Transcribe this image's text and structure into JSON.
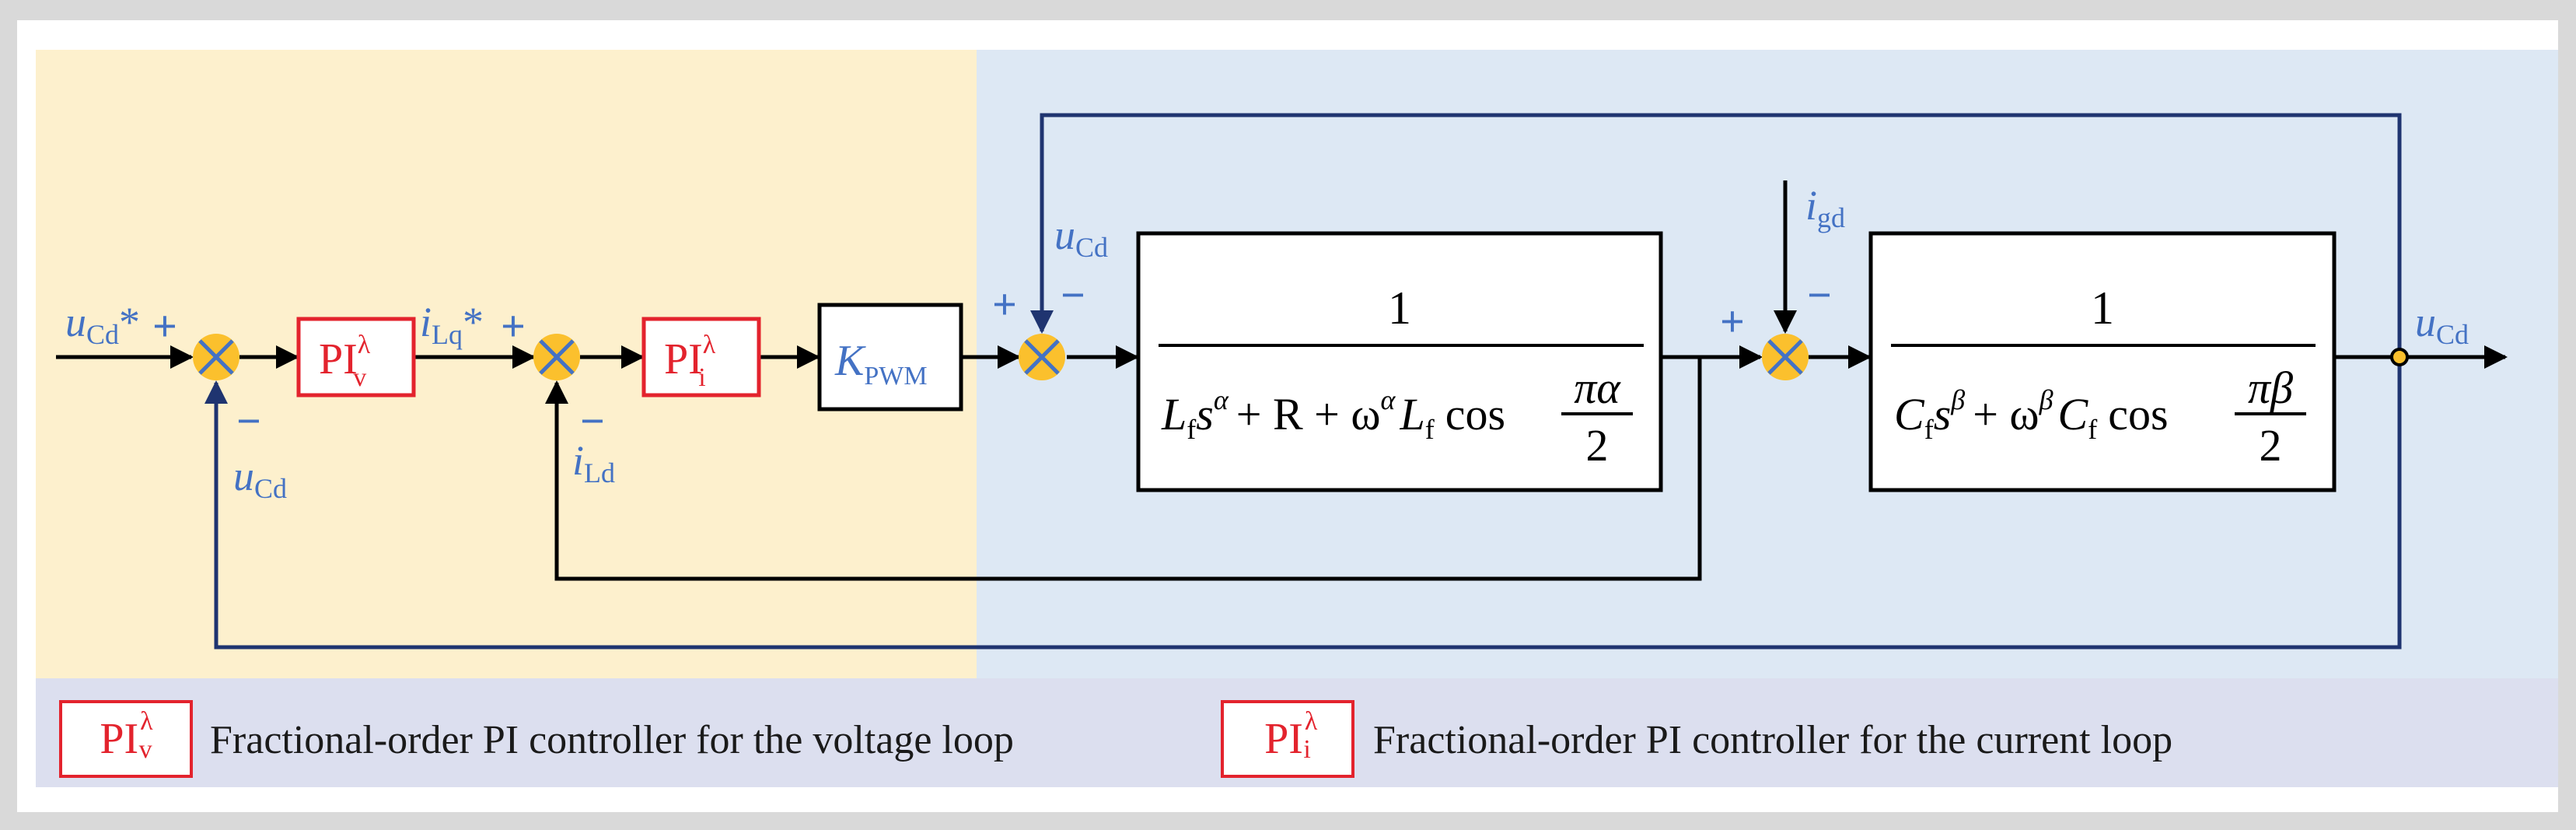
{
  "colors": {
    "frame": "#d9d9d9",
    "left_region": "#fdf0cd",
    "right_region": "#dde8f4",
    "legend_region": "#dcdfef",
    "signal_blue": "#4472c4",
    "loop_navy": "#1f3470",
    "controller_red": "#e3232d",
    "summer_fill": "#fbc02d",
    "black": "#000000"
  },
  "blocks": {
    "pi_v": {
      "main": "PI",
      "sup": "λ",
      "sub": "v"
    },
    "pi_i": {
      "main": "PI",
      "sup": "λ",
      "sub": "i"
    },
    "kpwm": {
      "main": "K",
      "sub": "PWM"
    },
    "plant_l": {
      "num": "1",
      "den_terms": [
        "L",
        "f",
        "s",
        "α",
        "+ R + ω",
        "α",
        "L",
        "f",
        "cos"
      ],
      "frac_num": "πα",
      "frac_den": "2"
    },
    "plant_c": {
      "num": "1",
      "den_terms": [
        "C",
        "f",
        "s",
        "β",
        "+ ω",
        "β",
        "C",
        "f",
        "cos"
      ],
      "frac_num": "πβ",
      "frac_den": "2"
    }
  },
  "signals": {
    "ucd_ref": {
      "var": "u",
      "sub": "Cd",
      "mark": "*"
    },
    "ilq_ref": {
      "var": "i",
      "sub": "Lq",
      "mark": "*"
    },
    "ucd_fb1": {
      "var": "u",
      "sub": "Cd"
    },
    "ild_fb": {
      "var": "i",
      "sub": "Ld"
    },
    "ucd_top": {
      "var": "u",
      "sub": "Cd"
    },
    "igd": {
      "var": "i",
      "sub": "gd"
    },
    "ucd_out": {
      "var": "u",
      "sub": "Cd"
    }
  },
  "signs": {
    "plus": "+",
    "minus": "−"
  },
  "legend": [
    {
      "box": {
        "main": "PI",
        "sup": "λ",
        "sub": "v"
      },
      "text": "Fractional-order PI controller for the voltage  loop"
    },
    {
      "box": {
        "main": "PI",
        "sup": "λ",
        "sub": "i"
      },
      "text": "Fractional-order PI controller for the current loop"
    }
  ]
}
